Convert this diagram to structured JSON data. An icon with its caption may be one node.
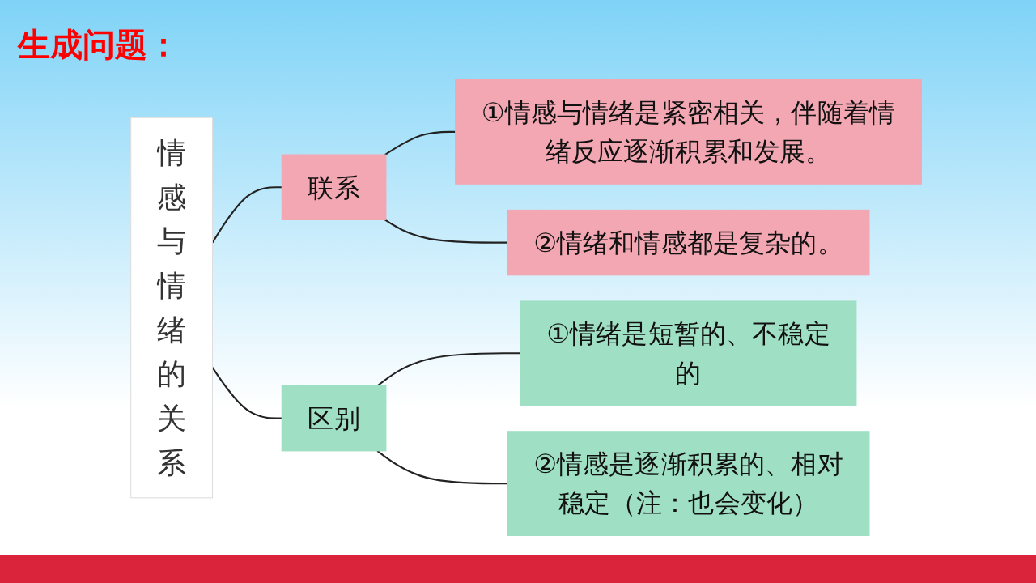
{
  "diagram": {
    "title": "生成问题：",
    "nodes": [
      {
        "text": [
          "情感与情绪的关系"
        ]
      },
      {
        "text": [
          "联系"
        ]
      },
      {
        "text": [
          "区别"
        ]
      },
      {
        "text": [
          "①情感与情绪是紧密相关，伴随着情绪反应逐渐积累和发展。"
        ]
      },
      {
        "text": [
          "②情绪和情感都是复杂的。"
        ]
      },
      {
        "text": [
          "①情绪是短暂的、不稳定的"
        ]
      },
      {
        "text": [
          "②情感是逐渐积累的、相对稳定（注：也会变化）"
        ]
      }
    ],
    "edges": [
      {
        "from": 0,
        "to": 1,
        "arrow": "none"
      },
      {
        "from": 0,
        "to": 2,
        "arrow": "none"
      },
      {
        "from": 1,
        "to": 3,
        "arrow": "none"
      },
      {
        "from": 1,
        "to": 4,
        "arrow": "none"
      },
      {
        "from": 2,
        "to": 5,
        "arrow": "none"
      },
      {
        "from": 2,
        "to": 6,
        "arrow": "none"
      }
    ]
  }
}
